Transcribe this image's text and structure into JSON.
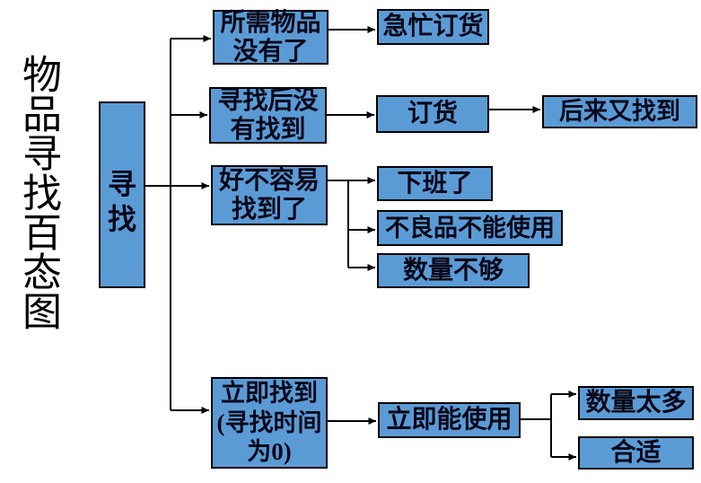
{
  "title": "物品寻找百态图",
  "colors": {
    "box_fill": "#5B9BD5",
    "box_border": "#000000",
    "connector": "#000000",
    "text": "#08081a",
    "title_text": "#000000",
    "background": "#ffffff"
  },
  "root": {
    "label": "寻\n找"
  },
  "nodes": {
    "needed_gone": {
      "label": "所需物品\n没有了"
    },
    "hurry_order": {
      "label": "急忙订货"
    },
    "not_found": {
      "label": "寻找后没\n有找到"
    },
    "order": {
      "label": "订货"
    },
    "found_later": {
      "label": "后来又找到"
    },
    "hard_found": {
      "label": "好不容易\n找到了"
    },
    "off_work": {
      "label": "下班了"
    },
    "defective": {
      "label": "不良品不能使用"
    },
    "not_enough": {
      "label": "数量不够"
    },
    "immediate_found": {
      "label": "立即找到\n(寻找时间\n为0)"
    },
    "immediately_usable": {
      "label": "立即能使用"
    },
    "too_many": {
      "label": "数量太多"
    },
    "suitable": {
      "label": "合适"
    }
  }
}
